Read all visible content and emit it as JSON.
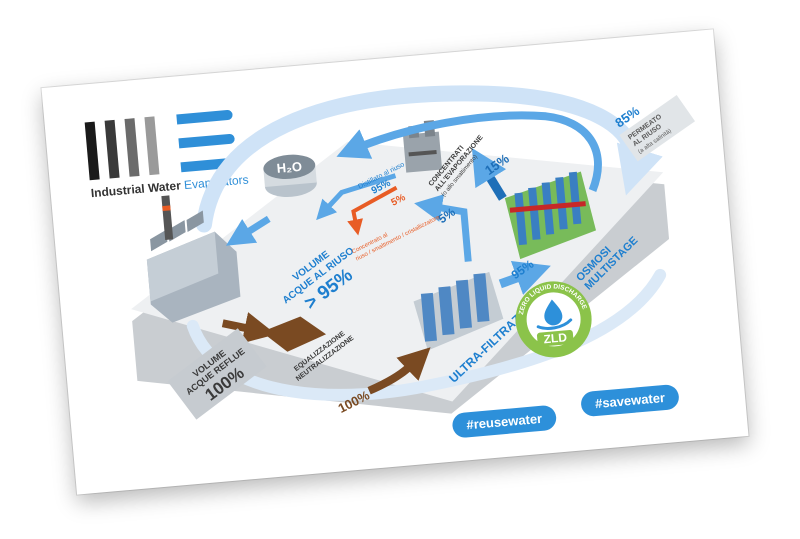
{
  "logo": {
    "brand_part1": "Industrial Water ",
    "brand_part2": "Evaporators",
    "bar_colors": [
      "#1a1a1a",
      "#3a3a3a",
      "#6b6b6b",
      "#9a9a9a"
    ],
    "accent": "#2f8fd8"
  },
  "labels": {
    "volume_reflue_1": "VOLUME",
    "volume_reflue_2": "ACQUE REFLUE",
    "volume_reflue_pct": "100%",
    "volume_reuse_1": "VOLUME",
    "volume_reuse_2": "ACQUE AL RIUSO",
    "volume_reuse_pct": "> 95%",
    "equalization_1": "EQUALIZZAZIONE",
    "equalization_2": "NEUTRALIZZAZIONE",
    "flow_in_pct": "100%",
    "ultrafiltration": "ULTRA-FILTRAZIONE",
    "uf_pct": "95%",
    "osmosis_1": "OSMOSI",
    "osmosis_2": "MULTISTAGE",
    "reject_pct": "5%",
    "concentrate_pct": "15%",
    "permeate_pct": "85%",
    "permeate_1": "PERMEATO",
    "permeate_2": "AL RIUSO",
    "permeate_3": "(a alta salinità)",
    "concentrates_1": "CONCENTRATI",
    "concentrates_2": "ALL'EVAPORAZIONE",
    "concentrates_3": "(o allo smaltimento)",
    "distillate_1": "Distillato al riuso",
    "distillate_pct": "95%",
    "residue_pct": "5%",
    "residue_1": "Concentrato al",
    "residue_2": "riuso / smaltimento / cristallizzatore",
    "h2o": "H₂O"
  },
  "badge": {
    "ring_text": "ZERO LIQUID DISCHARGE",
    "code": "ZLD",
    "ring_color": "#8bc34a",
    "inner_color": "#2d90da"
  },
  "tags": {
    "reuse": "#reusewater",
    "save": "#savewater"
  },
  "colors": {
    "platform": "#eef0f2",
    "platform_edge": "#c9cdd1",
    "flow_blue": "#5ba7e6",
    "flow_light": "#cfe3f7",
    "flow_brown": "#7a4a22",
    "flow_orange": "#e85c25",
    "text_blue": "#1e7fcf",
    "text_dark": "#3a3a3a"
  },
  "icons": [
    "factory-icon",
    "water-tank-icon",
    "ultrafiltration-unit-icon",
    "osmosis-unit-icon",
    "evaporator-unit-icon",
    "hand-water-drop-icon"
  ]
}
